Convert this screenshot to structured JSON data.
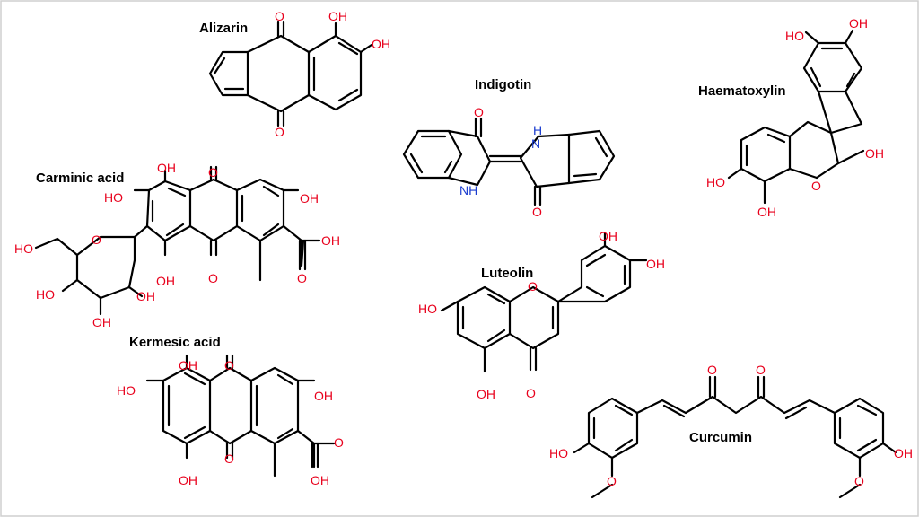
{
  "colors": {
    "oxygen": "#e8001c",
    "nitrogen": "#1a3ccf",
    "bond": "#000000",
    "frame": "#cfcfcf"
  },
  "molecules": {
    "alizarin": {
      "name": "Alizarin"
    },
    "indigotin": {
      "name": "Indigotin"
    },
    "haematoxylin": {
      "name": "Haematoxylin"
    },
    "carminic": {
      "name": "Carminic acid"
    },
    "luteolin": {
      "name": "Luteolin"
    },
    "kermesic": {
      "name": "Kermesic acid"
    },
    "curcumin": {
      "name": "Curcumin"
    }
  },
  "atom_labels": {
    "O": "O",
    "OH": "OH",
    "HO": "HO",
    "NH": "NH",
    "N": "N",
    "H": "H"
  }
}
